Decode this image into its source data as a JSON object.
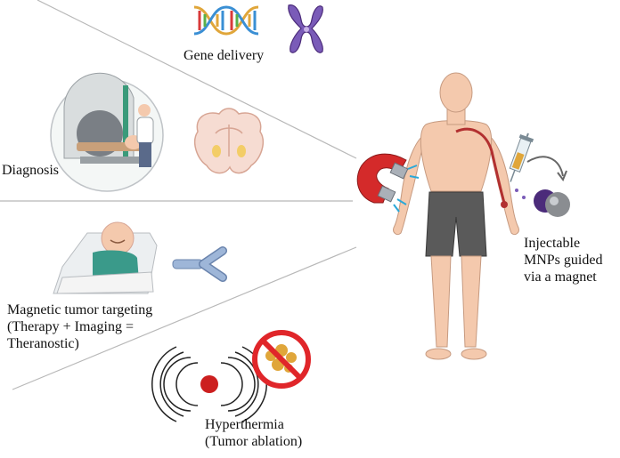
{
  "labels": {
    "gene_delivery": "Gene delivery",
    "diagnosis": "Diagnosis",
    "targeting_line1": "Magnetic tumor targeting",
    "targeting_line2": "(Therapy + Imaging =",
    "targeting_line3": "Theranostic)",
    "hyperthermia_line1": "Hyperthermia",
    "hyperthermia_line2": "(Tumor  ablation)",
    "injectable_line1": "Injectable",
    "injectable_line2": "MNPs guided",
    "injectable_line3": "via a magnet"
  },
  "colors": {
    "divider": "#b8b8b8",
    "skin": "#f4c9ad",
    "shorts": "#5a5a5a",
    "magnet_red": "#d42a2a",
    "magnet_metal": "#aab0b8",
    "sparkle": "#2aa8d8",
    "nanoparticle_purple": "#4b2b7a",
    "nanoparticle_gray": "#8a8d91",
    "tumor_red": "#cc1f1f",
    "no_sign_red": "#e0262a",
    "cells_orange": "#e0a63a"
  },
  "icons": [
    "dna-icon",
    "chromosome-icon",
    "mri-scanner-icon",
    "brain-slice-icon",
    "patient-bed-icon",
    "antibody-icon",
    "heat-waves-icon",
    "no-tumor-icon",
    "magnet-icon",
    "syringe-icon",
    "nanoparticle-icon",
    "human-body-icon"
  ]
}
